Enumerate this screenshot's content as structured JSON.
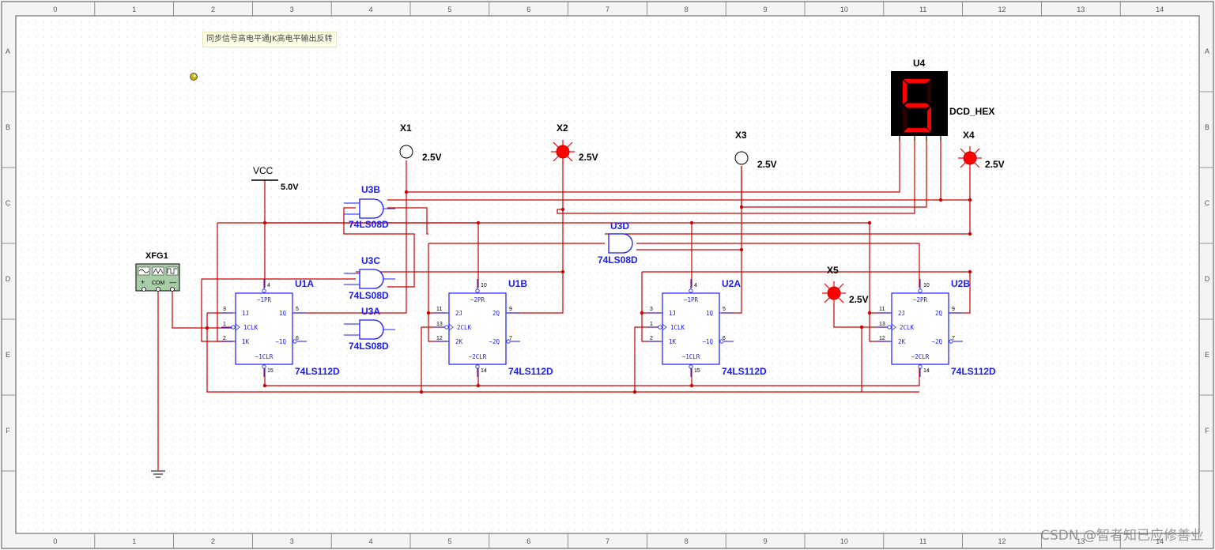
{
  "sheet": {
    "col_labels": [
      "0",
      "1",
      "2",
      "3",
      "4",
      "5",
      "6",
      "7",
      "8",
      "9",
      "10",
      "11",
      "12",
      "13",
      "14"
    ],
    "row_labels": [
      "A",
      "B",
      "C",
      "D",
      "E",
      "F"
    ]
  },
  "note_text": "同步信号高电平通JK高电平输出反转",
  "function_generator": {
    "name": "XFG1",
    "plus": "+",
    "com": "COM",
    "minus": "—"
  },
  "vcc": {
    "name": "VCC",
    "voltage": "5.0V"
  },
  "probes": [
    {
      "name": "X1",
      "voltage": "2.5V",
      "lit": false
    },
    {
      "name": "X2",
      "voltage": "2.5V",
      "lit": true
    },
    {
      "name": "X3",
      "voltage": "2.5V",
      "lit": false
    },
    {
      "name": "X4",
      "voltage": "2.5V",
      "lit": true
    },
    {
      "name": "X5",
      "voltage": "2.5V",
      "lit": true
    }
  ],
  "display": {
    "name": "U4",
    "model": "DCD_HEX",
    "digit": "5"
  },
  "gates": [
    {
      "name": "U3B",
      "model": "74LS08D"
    },
    {
      "name": "U3C",
      "model": "74LS08D"
    },
    {
      "name": "U3A",
      "model": "74LS08D"
    },
    {
      "name": "U3D",
      "model": "74LS08D"
    }
  ],
  "flipflops": [
    {
      "name": "U1A",
      "model": "74LS112D",
      "pr": "~1PR",
      "clr": "~1CLR",
      "j": "1J",
      "clk": "1CLK",
      "k": "1K",
      "q": "1Q",
      "qn": "~1Q",
      "pins": {
        "pr": "4",
        "j": "3",
        "clk": "1",
        "k": "2",
        "q": "5",
        "qn": "6",
        "clr": "15"
      }
    },
    {
      "name": "U1B",
      "model": "74LS112D",
      "pr": "~2PR",
      "clr": "~2CLR",
      "j": "2J",
      "clk": "2CLK",
      "k": "2K",
      "q": "2Q",
      "qn": "~2Q",
      "pins": {
        "pr": "10",
        "j": "11",
        "clk": "13",
        "k": "12",
        "q": "9",
        "qn": "7",
        "clr": "14"
      }
    },
    {
      "name": "U2A",
      "model": "74LS112D",
      "pr": "~1PR",
      "clr": "~1CLR",
      "j": "1J",
      "clk": "1CLK",
      "k": "1K",
      "q": "1Q",
      "qn": "~1Q",
      "pins": {
        "pr": "4",
        "j": "3",
        "clk": "1",
        "k": "2",
        "q": "5",
        "qn": "6",
        "clr": "15"
      }
    },
    {
      "name": "U2B",
      "model": "74LS112D",
      "pr": "~2PR",
      "clr": "~2CLR",
      "j": "2J",
      "clk": "2CLK",
      "k": "2K",
      "q": "2Q",
      "qn": "~2Q",
      "pins": {
        "pr": "10",
        "j": "11",
        "clk": "13",
        "k": "12",
        "q": "9",
        "qn": "7",
        "clr": "14"
      }
    }
  ],
  "watermark": "CSDN @智者知已应修善业",
  "colors": {
    "wire": "#cc0000",
    "component": "#1a1aff",
    "label": "#000000",
    "lit_probe": "#ff0000",
    "display_bg": "#000000",
    "segment_on": "#ff0000",
    "segment_off": "#2a0000",
    "generator_bg": "#a0c8a0"
  }
}
